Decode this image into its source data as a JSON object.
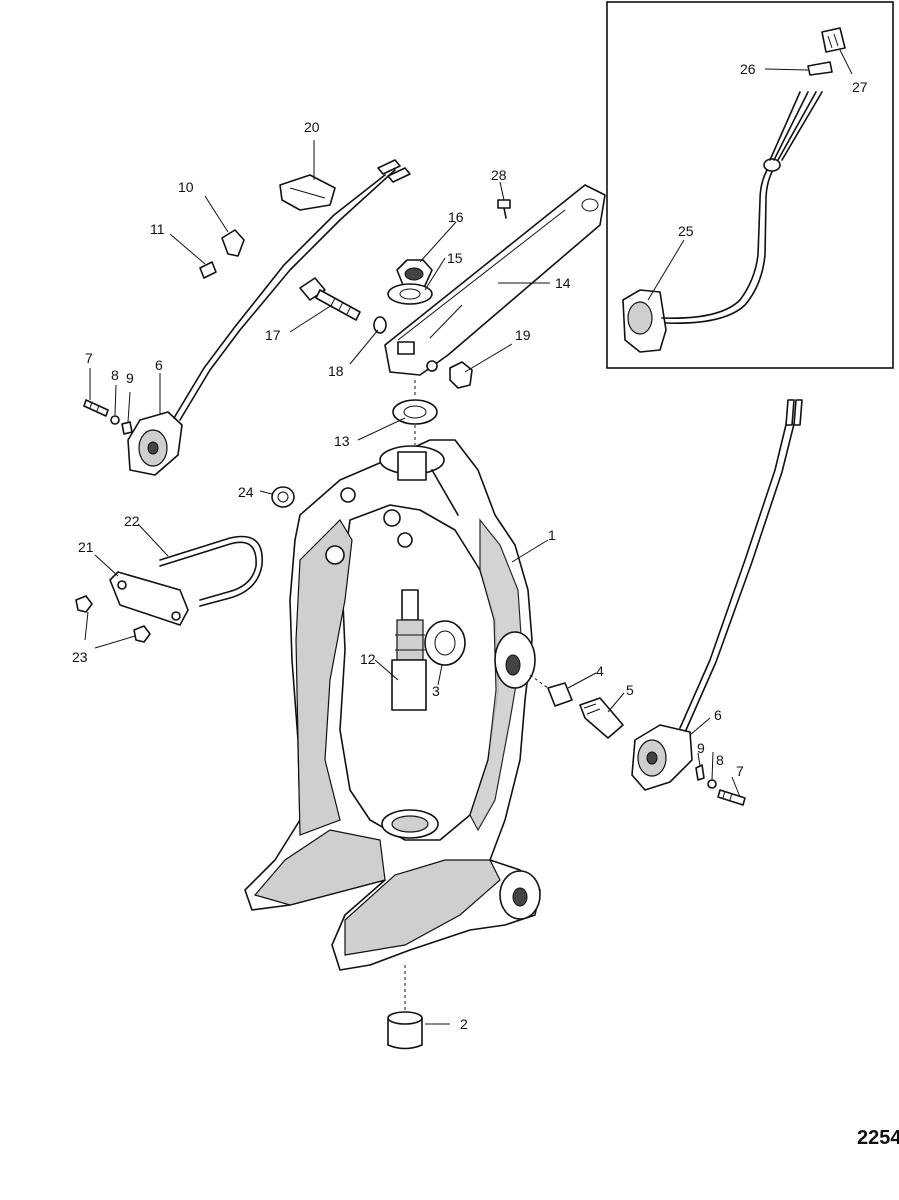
{
  "figure_number": "2254",
  "callouts": {
    "c1": "1",
    "c2": "2",
    "c3": "3",
    "c4": "4",
    "c5": "5",
    "c6a": "6",
    "c6b": "6",
    "c7a": "7",
    "c7b": "7",
    "c8a": "8",
    "c8b": "8",
    "c9a": "9",
    "c9b": "9",
    "c10": "10",
    "c11": "11",
    "c12": "12",
    "c13": "13",
    "c14": "14",
    "c15": "15",
    "c16": "16",
    "c17": "17",
    "c18": "18",
    "c19": "19",
    "c20": "20",
    "c21": "21",
    "c22": "22",
    "c23": "23",
    "c24": "24",
    "c25": "25",
    "c26": "26",
    "c27": "27",
    "c28": "28"
  }
}
